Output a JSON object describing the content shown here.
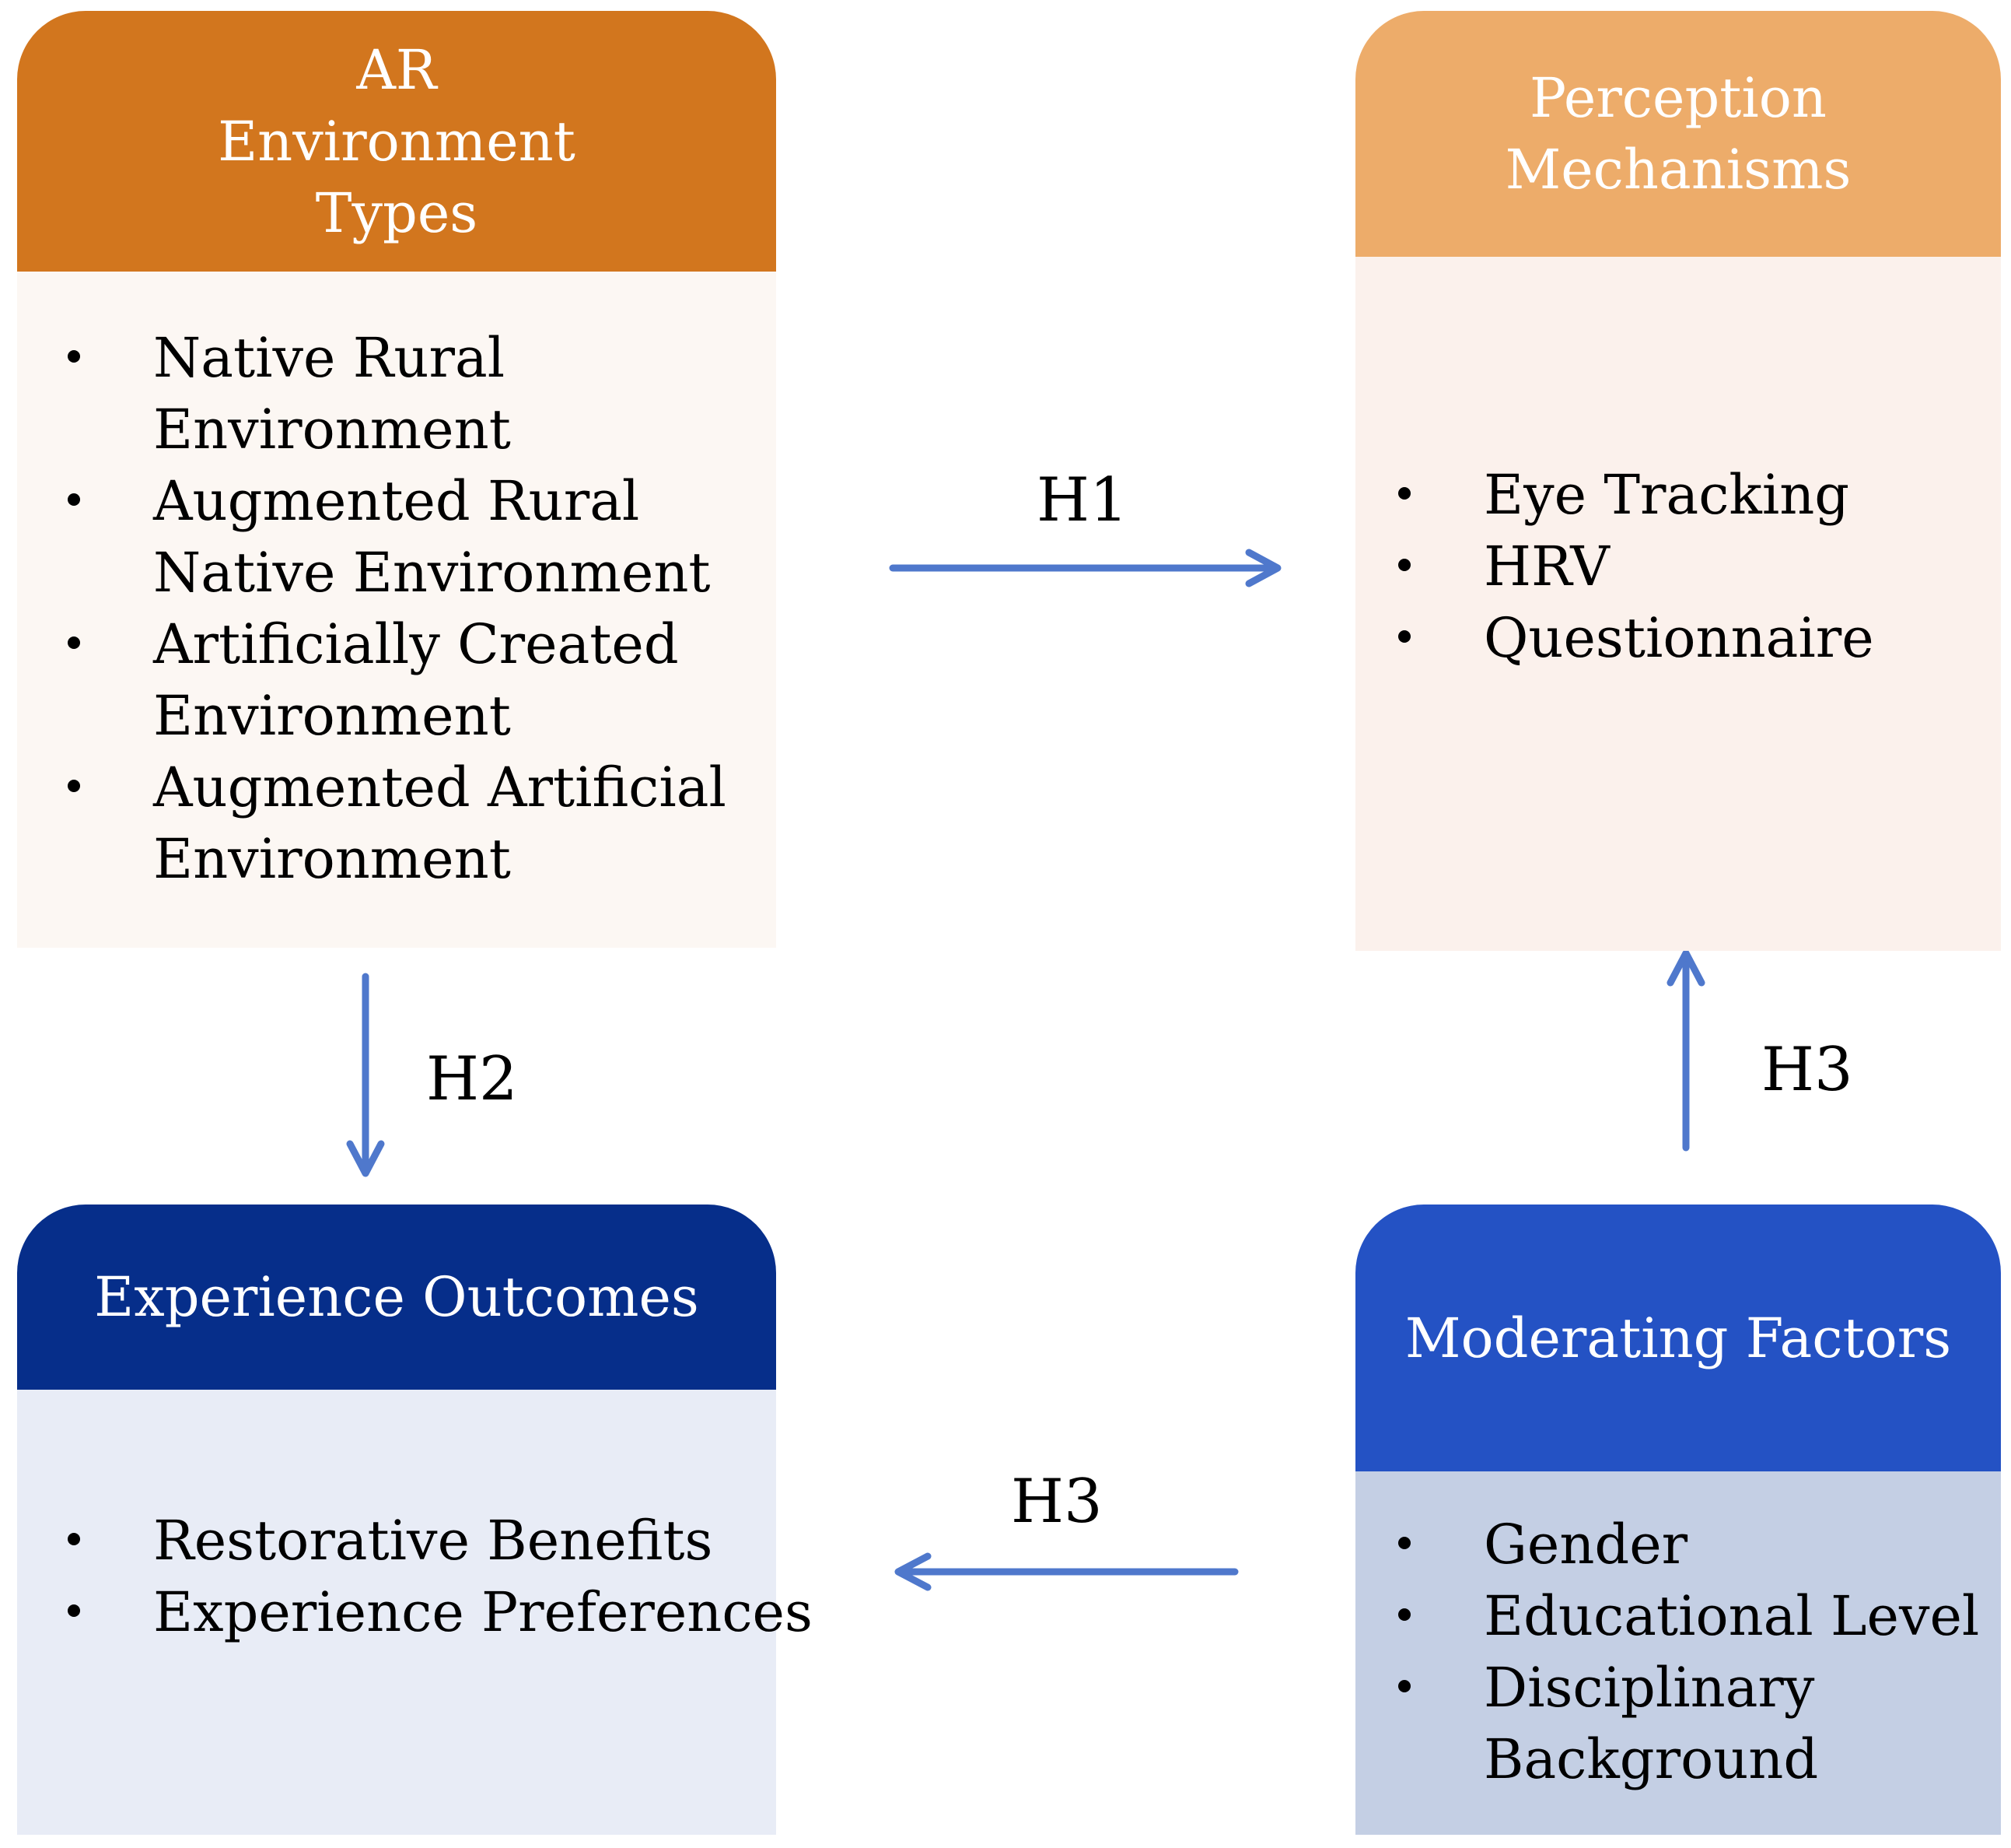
{
  "colors": {
    "ar_header": "#D2761E",
    "ar_body": "#FCF7F3",
    "perception_header": "#EDAC6A",
    "perception_body": "#FBF1EC",
    "outcomes_header": "#062E8A",
    "outcomes_body": "#E8ECF6",
    "moderating_header": "#2452C4",
    "moderating_body": "#C4CFE4",
    "arrow": "#4F78CC"
  },
  "boxes": {
    "ar": {
      "title_lines": [
        "AR",
        "Environment",
        "Types"
      ],
      "items": [
        {
          "lines": [
            "Native Rural",
            "Environment"
          ]
        },
        {
          "lines": [
            "Augmented Rural",
            "Native Environment"
          ]
        },
        {
          "lines": [
            "Artificially Created",
            "Environment"
          ]
        },
        {
          "lines": [
            "Augmented Artificial",
            "Environment"
          ]
        }
      ]
    },
    "perception": {
      "title_lines": [
        "Perception",
        "Mechanisms"
      ],
      "items": [
        {
          "lines": [
            "Eye Tracking"
          ]
        },
        {
          "lines": [
            "HRV"
          ]
        },
        {
          "lines": [
            "Questionnaire"
          ]
        }
      ]
    },
    "outcomes": {
      "title_lines": [
        "Experience Outcomes"
      ],
      "items": [
        {
          "lines": [
            "Restorative Benefits"
          ]
        },
        {
          "lines": [
            "Experience Preferences"
          ]
        }
      ]
    },
    "moderating": {
      "title_lines": [
        "Moderating Factors"
      ],
      "items": [
        {
          "lines": [
            "Gender"
          ]
        },
        {
          "lines": [
            "Educational Level"
          ]
        },
        {
          "lines": [
            "Disciplinary",
            "Background"
          ]
        }
      ]
    }
  },
  "arrows": {
    "h1": "H1",
    "h2": "H2",
    "h3_up": "H3",
    "h3_left": "H3"
  }
}
